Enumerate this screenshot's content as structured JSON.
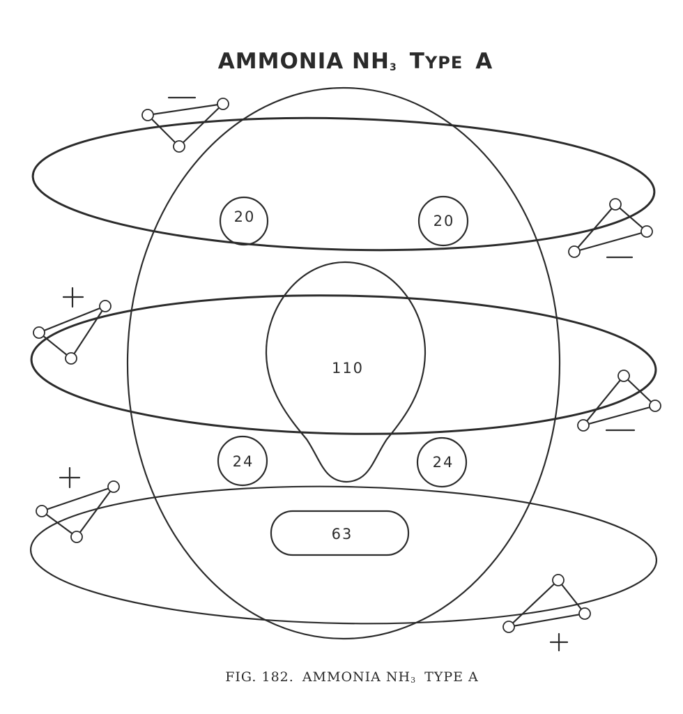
{
  "title": {
    "main": "AMMONIA NH",
    "subscript": "3",
    "type_first_letter": "T",
    "type_rest": "YPE",
    "type_letter": "A"
  },
  "labels": {
    "upper_left": "20",
    "upper_right": "20",
    "center": "110",
    "lower_left": "24",
    "lower_right": "24",
    "bottom": "63"
  },
  "caption": {
    "fig": "FIG. 182.",
    "text": "AMMONIA NH",
    "subscript": "3",
    "type": "TYPE A"
  }
}
